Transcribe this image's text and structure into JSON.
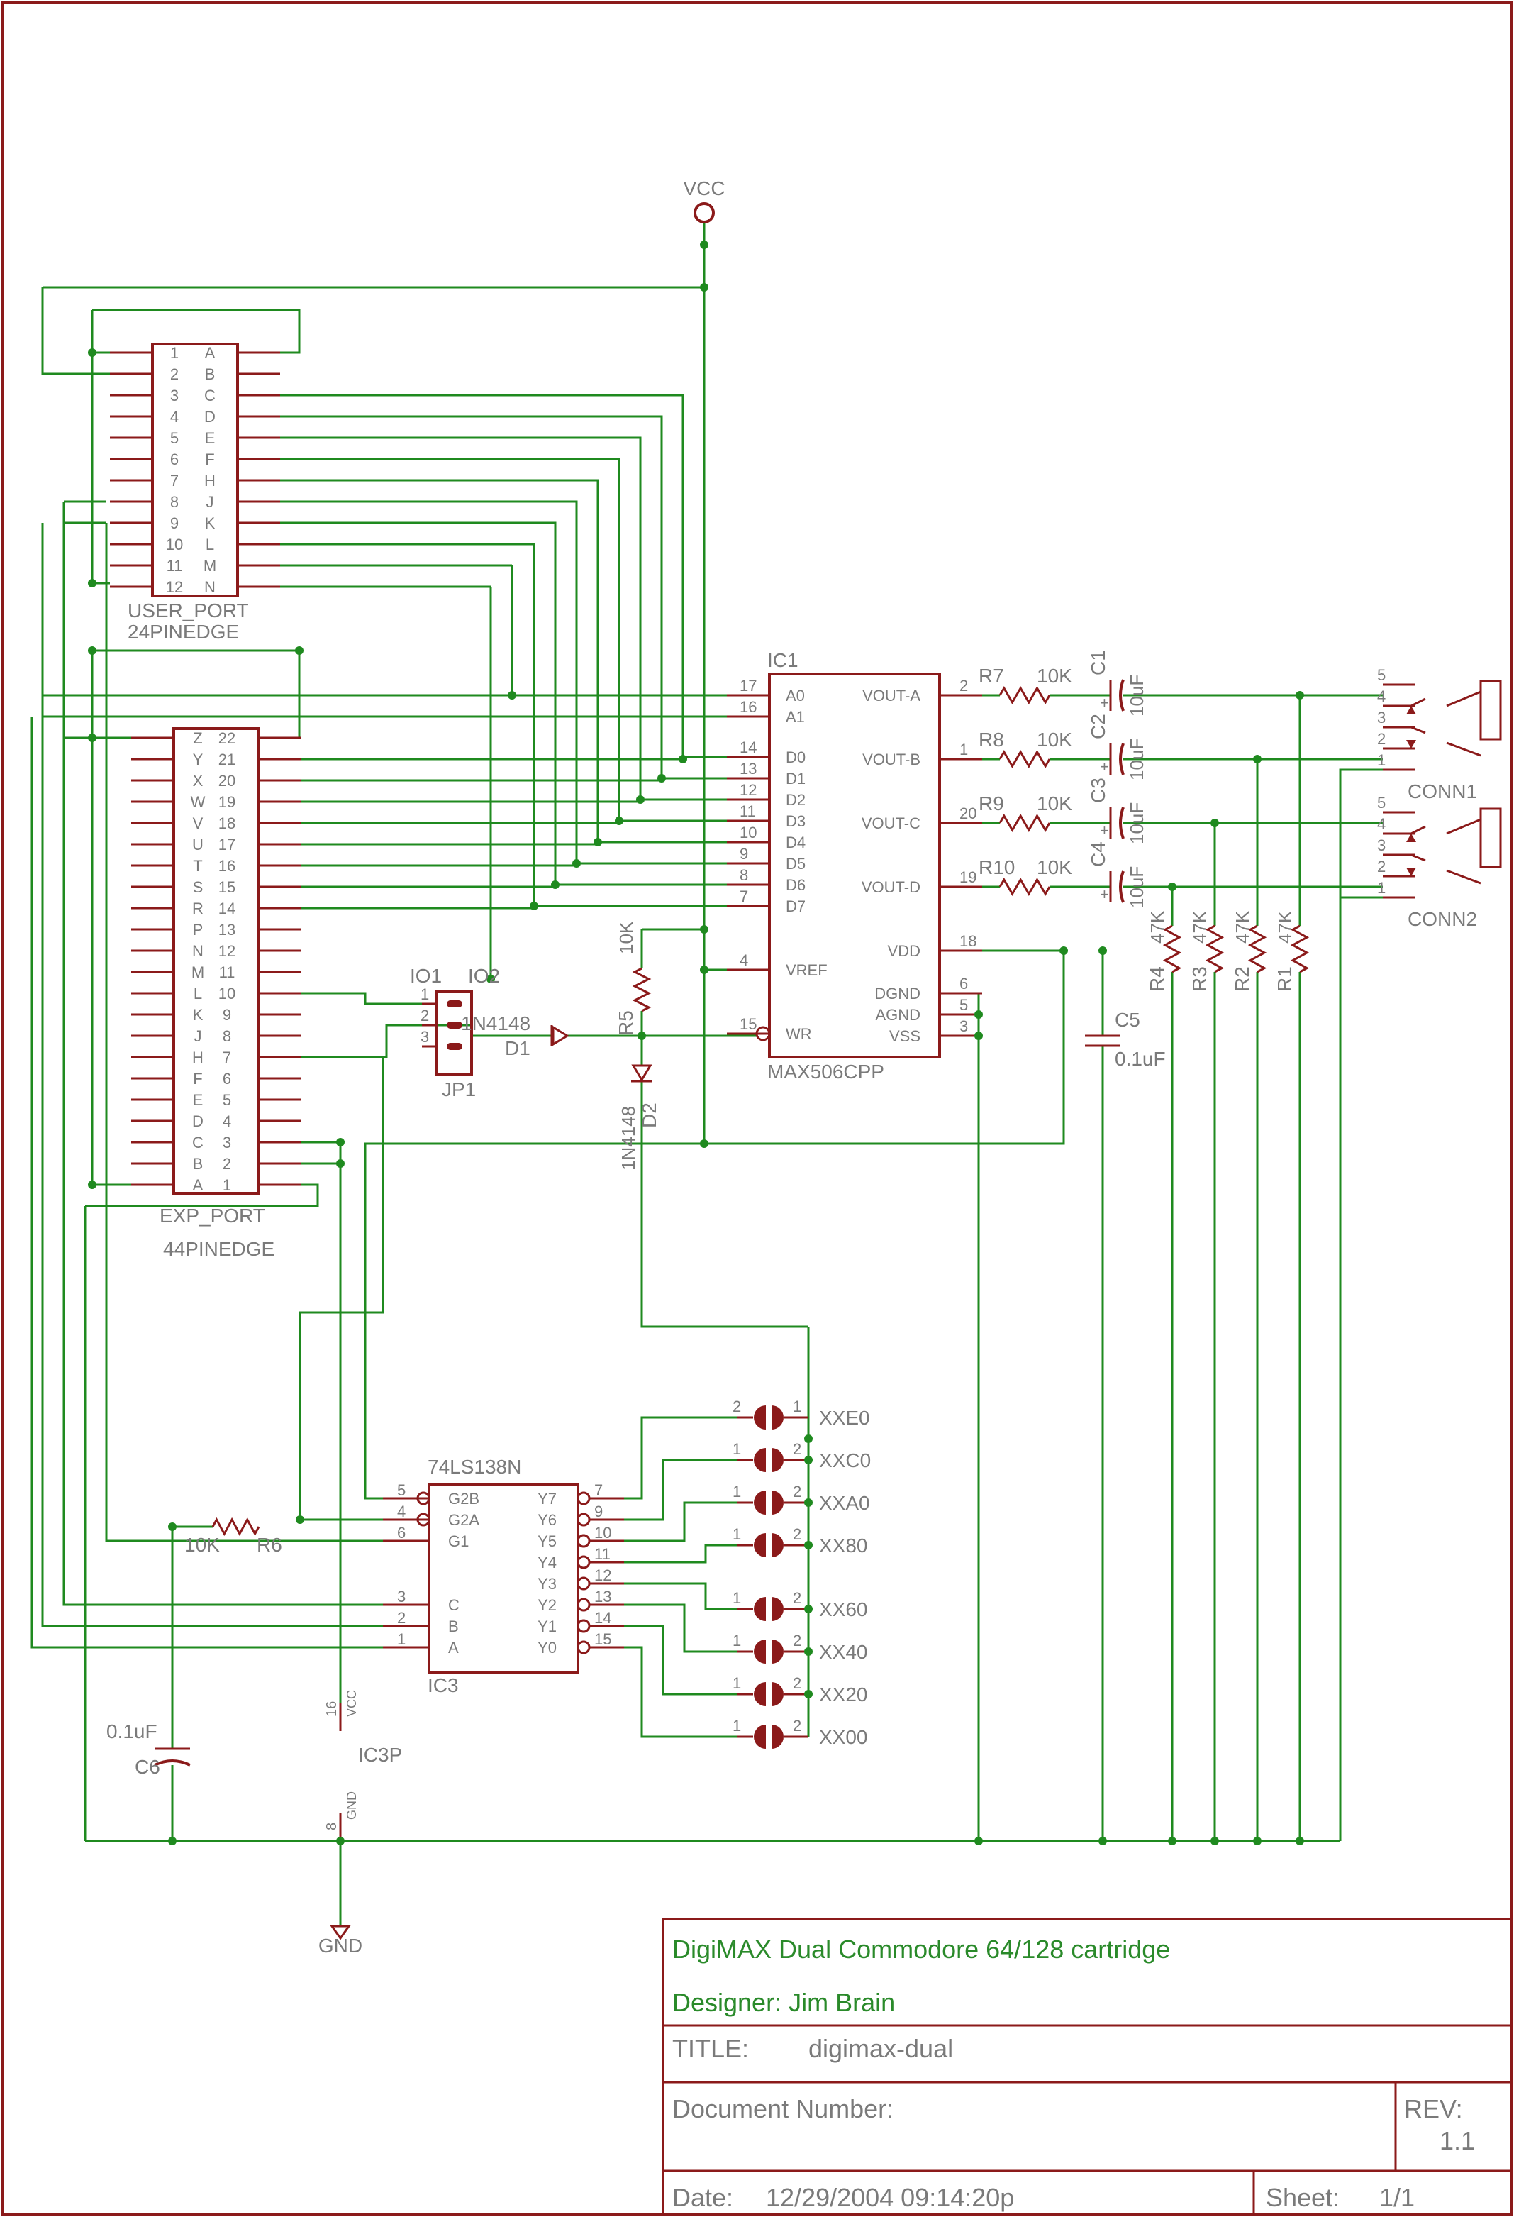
{
  "colors": {
    "wire": "#1f8a1f",
    "part": "#8b1a1a",
    "label": "#7a7a7a",
    "title_text": "#2a8a2a",
    "frame": "#8b1a1a"
  },
  "power": {
    "vcc": "VCC",
    "gnd": "GND"
  },
  "user_port": {
    "name": "USER_PORT",
    "package": "24PINEDGE",
    "pins": [
      [
        "1",
        "A"
      ],
      [
        "2",
        "B"
      ],
      [
        "3",
        "C"
      ],
      [
        "4",
        "D"
      ],
      [
        "5",
        "E"
      ],
      [
        "6",
        "F"
      ],
      [
        "7",
        "H"
      ],
      [
        "8",
        "J"
      ],
      [
        "9",
        "K"
      ],
      [
        "10",
        "L"
      ],
      [
        "11",
        "M"
      ],
      [
        "12",
        "N"
      ]
    ]
  },
  "exp_port": {
    "name": "EXP_PORT",
    "package": "44PINEDGE",
    "pins": [
      [
        "Z",
        "22"
      ],
      [
        "Y",
        "21"
      ],
      [
        "X",
        "20"
      ],
      [
        "W",
        "19"
      ],
      [
        "V",
        "18"
      ],
      [
        "U",
        "17"
      ],
      [
        "T",
        "16"
      ],
      [
        "S",
        "15"
      ],
      [
        "R",
        "14"
      ],
      [
        "P",
        "13"
      ],
      [
        "N",
        "12"
      ],
      [
        "M",
        "11"
      ],
      [
        "L",
        "10"
      ],
      [
        "K",
        "9"
      ],
      [
        "J",
        "8"
      ],
      [
        "H",
        "7"
      ],
      [
        "F",
        "6"
      ],
      [
        "E",
        "5"
      ],
      [
        "D",
        "4"
      ],
      [
        "C",
        "3"
      ],
      [
        "B",
        "2"
      ],
      [
        "A",
        "1"
      ]
    ]
  },
  "ic1": {
    "ref": "IC1",
    "part": "MAX506CPP",
    "left_pins": [
      [
        "17",
        "A0"
      ],
      [
        "16",
        "A1"
      ],
      [
        "14",
        "D0"
      ],
      [
        "13",
        "D1"
      ],
      [
        "12",
        "D2"
      ],
      [
        "11",
        "D3"
      ],
      [
        "10",
        "D4"
      ],
      [
        "9",
        "D5"
      ],
      [
        "8",
        "D6"
      ],
      [
        "7",
        "D7"
      ],
      [
        "4",
        "VREF"
      ],
      [
        "15",
        "WR"
      ]
    ],
    "right_pins": [
      [
        "2",
        "VOUT-A"
      ],
      [
        "1",
        "VOUT-B"
      ],
      [
        "20",
        "VOUT-C"
      ],
      [
        "19",
        "VOUT-D"
      ],
      [
        "18",
        "VDD"
      ],
      [
        "6",
        "DGND"
      ],
      [
        "5",
        "AGND"
      ],
      [
        "3",
        "VSS"
      ]
    ]
  },
  "jumper": {
    "ref": "JP1",
    "labels": [
      "IO1",
      "IO2"
    ],
    "pins": [
      "1",
      "2",
      "3"
    ]
  },
  "diodes": [
    {
      "ref": "D1",
      "value": "1N4148"
    },
    {
      "ref": "D2",
      "value": "1N4148"
    }
  ],
  "resistors": [
    {
      "ref": "R7",
      "value": "10K"
    },
    {
      "ref": "R8",
      "value": "10K"
    },
    {
      "ref": "R9",
      "value": "10K"
    },
    {
      "ref": "R10",
      "value": "10K"
    },
    {
      "ref": "R5",
      "value": "10K"
    },
    {
      "ref": "R6",
      "value": "10K"
    },
    {
      "ref": "R4",
      "value": "47K"
    },
    {
      "ref": "R3",
      "value": "47K"
    },
    {
      "ref": "R2",
      "value": "47K"
    },
    {
      "ref": "R1",
      "value": "47K"
    }
  ],
  "caps": [
    {
      "ref": "C1",
      "value": "10uF"
    },
    {
      "ref": "C2",
      "value": "10uF"
    },
    {
      "ref": "C3",
      "value": "10uF"
    },
    {
      "ref": "C4",
      "value": "10uF"
    },
    {
      "ref": "C5",
      "value": "0.1uF"
    },
    {
      "ref": "C6",
      "value": "0.1uF"
    }
  ],
  "connectors": [
    {
      "ref": "CONN1",
      "pins": [
        "5",
        "4",
        "3",
        "2",
        "1"
      ]
    },
    {
      "ref": "CONN2",
      "pins": [
        "5",
        "4",
        "3",
        "2",
        "1"
      ]
    }
  ],
  "ic3": {
    "ref": "IC3",
    "part": "74LS138N",
    "power_ref": "IC3P",
    "left_pins": [
      [
        "5",
        "G2B"
      ],
      [
        "4",
        "G2A"
      ],
      [
        "6",
        "G1"
      ],
      [
        "3",
        "C"
      ],
      [
        "2",
        "B"
      ],
      [
        "1",
        "A"
      ]
    ],
    "right_pins": [
      [
        "7",
        "Y7"
      ],
      [
        "9",
        "Y6"
      ],
      [
        "10",
        "Y5"
      ],
      [
        "11",
        "Y4"
      ],
      [
        "12",
        "Y3"
      ],
      [
        "13",
        "Y2"
      ],
      [
        "14",
        "Y1"
      ],
      [
        "15",
        "Y0"
      ]
    ],
    "power_pins": [
      [
        "16",
        "VCC"
      ],
      [
        "8",
        "GND"
      ]
    ]
  },
  "solder_jumpers": [
    {
      "name": "XXE0",
      "pins": [
        "2",
        "1"
      ]
    },
    {
      "name": "XXC0",
      "pins": [
        "1",
        "2"
      ]
    },
    {
      "name": "XXA0",
      "pins": [
        "1",
        "2"
      ]
    },
    {
      "name": "XX80",
      "pins": [
        "1",
        "2"
      ]
    },
    {
      "name": "XX60",
      "pins": [
        "1",
        "2"
      ]
    },
    {
      "name": "XX40",
      "pins": [
        "1",
        "2"
      ]
    },
    {
      "name": "XX20",
      "pins": [
        "1",
        "2"
      ]
    },
    {
      "name": "XX00",
      "pins": [
        "1",
        "2"
      ]
    }
  ],
  "title_block": {
    "project": "DigiMAX Dual Commodore 64/128 cartridge",
    "designer": "Designer: Jim Brain",
    "title_label": "TITLE:",
    "title_value": "digimax-dual",
    "docnum_label": "Document Number:",
    "rev_label": "REV:",
    "rev_value": "1.1",
    "date_label": "Date:",
    "date_value": "12/29/2004 09:14:20p",
    "sheet_label": "Sheet:",
    "sheet_value": "1/1"
  }
}
